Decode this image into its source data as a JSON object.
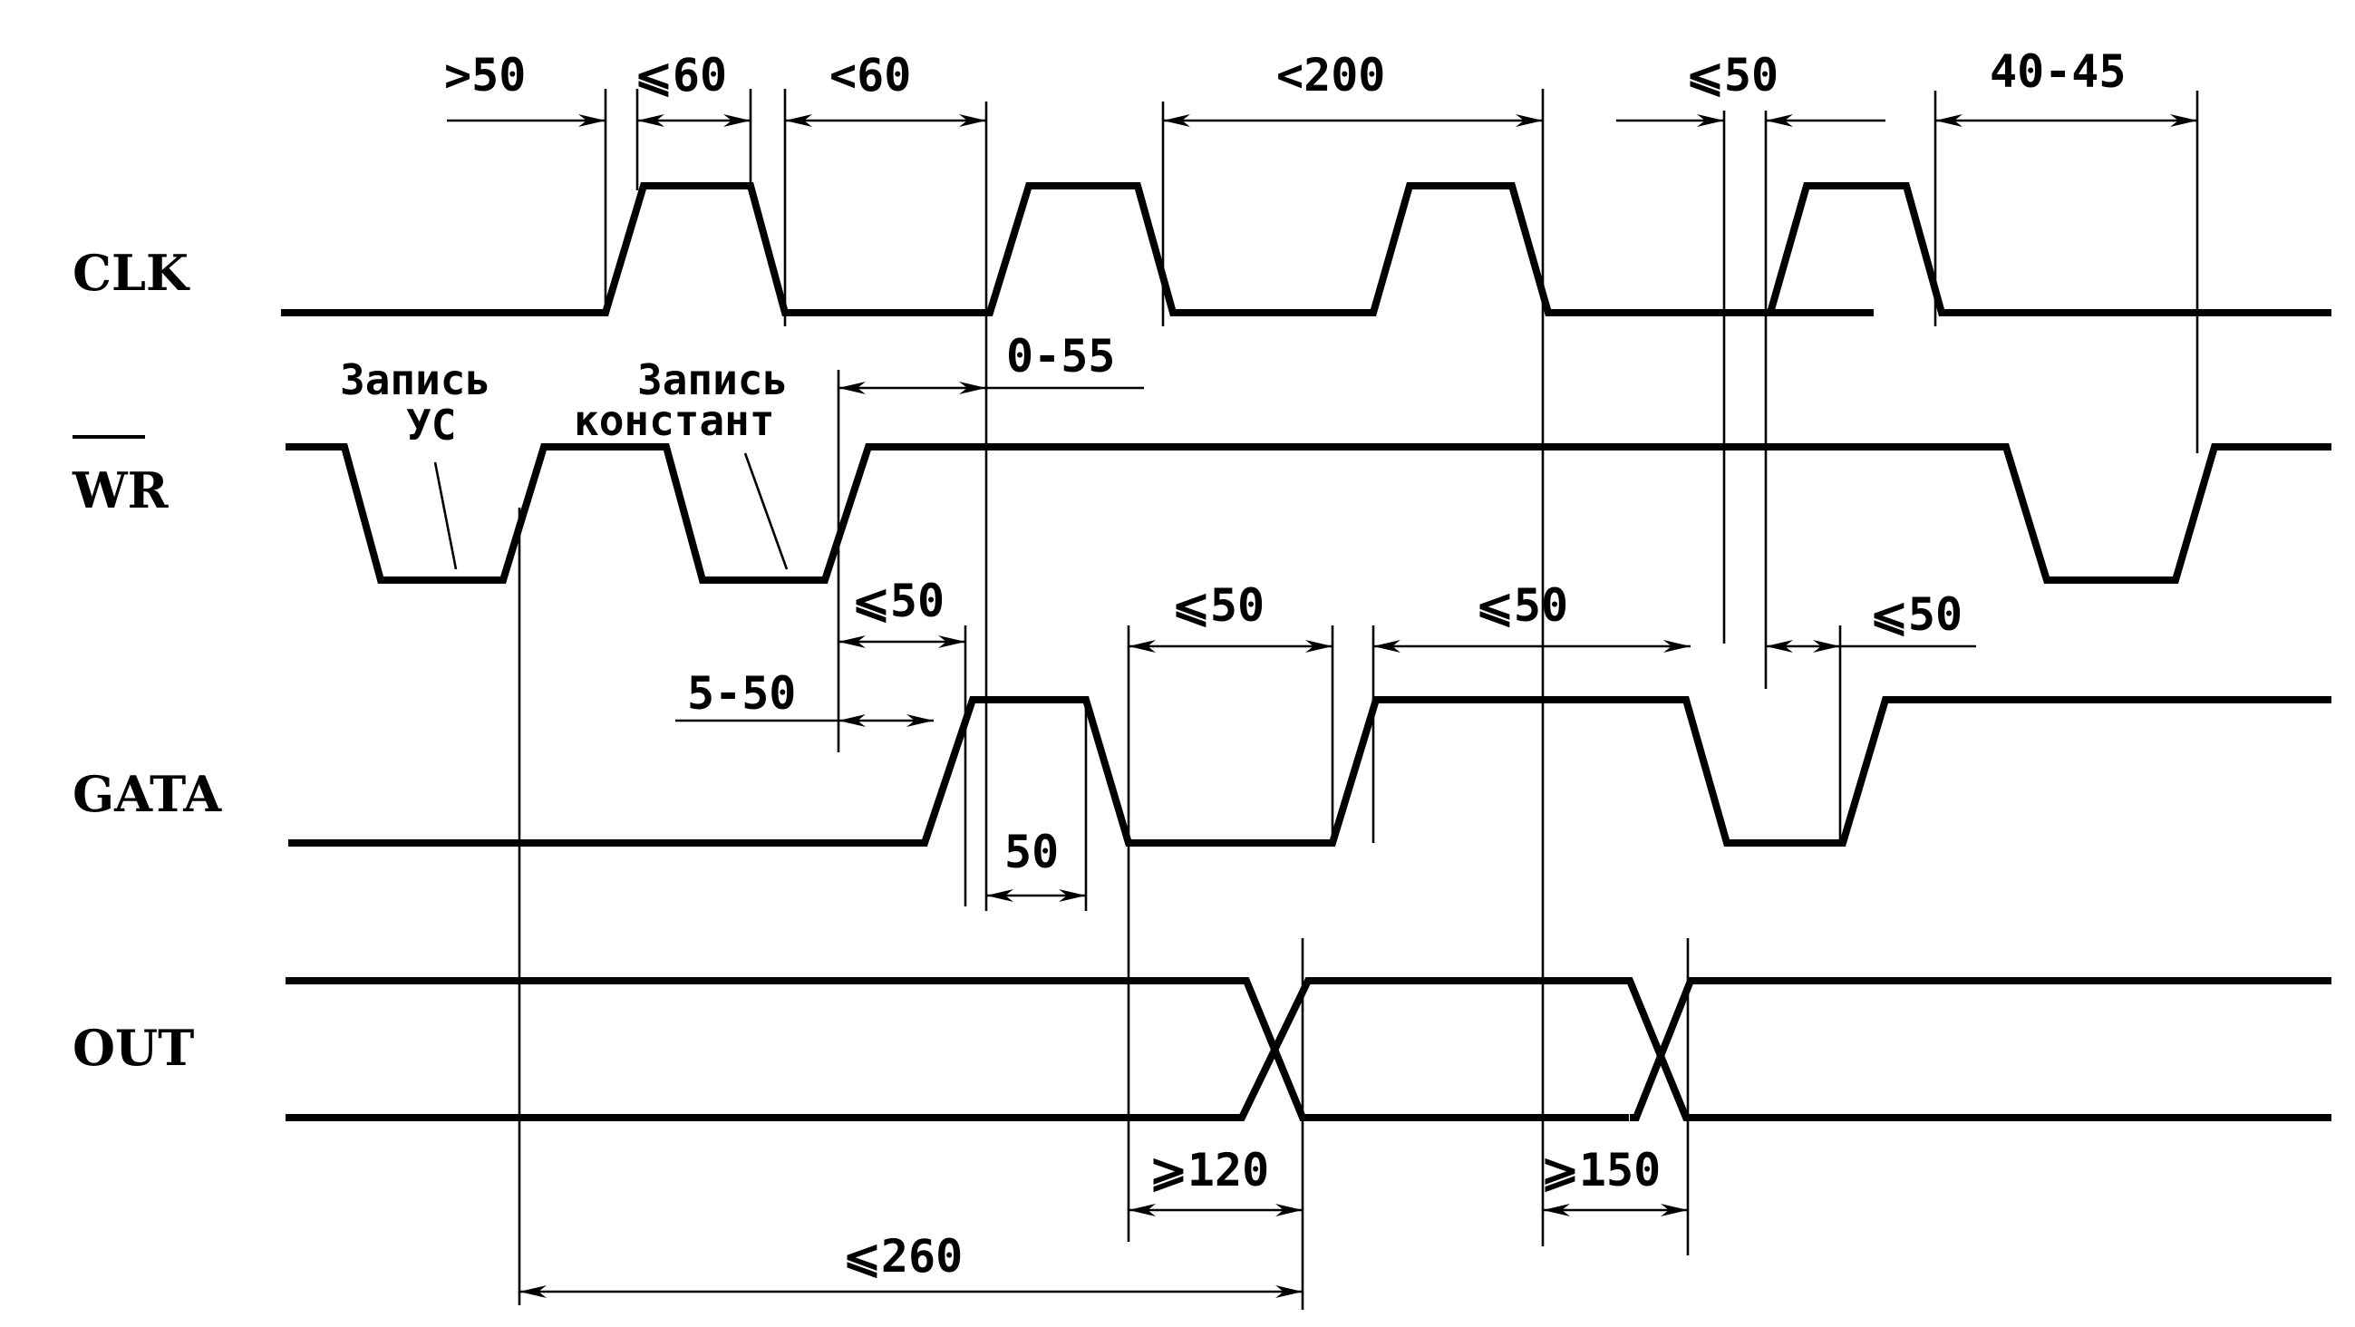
{
  "signals": {
    "clk": "CLK",
    "wr": "WR",
    "gata": "GATA",
    "out": "OUT"
  },
  "notes": {
    "write_cw_line1": "Запись",
    "write_cw_line2": "УС",
    "write_const_line1": "Запись",
    "write_const_line2": "констант"
  },
  "timing": {
    "t1": ">50",
    "t2": "⩽60",
    "t3": "<60",
    "t4": "<200",
    "t5": "⩽50",
    "t6": "40-45",
    "t7": "0-55",
    "t8": "⩽50",
    "t9": "5-50",
    "t10": "⩽50",
    "t11": "⩽50",
    "t12": "⩽50",
    "t13": "50",
    "t14": "⩾120",
    "t15": "⩾150",
    "t16": "⩽260"
  }
}
